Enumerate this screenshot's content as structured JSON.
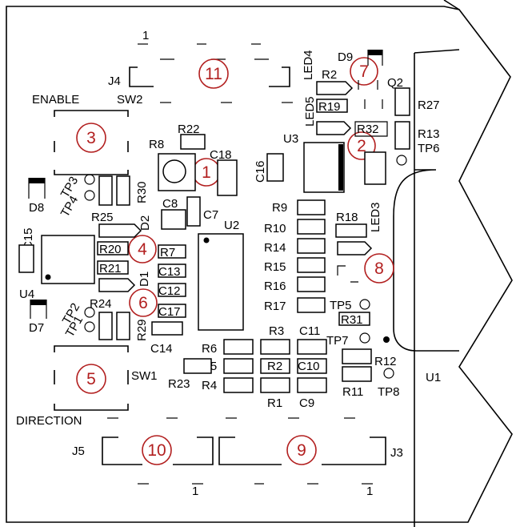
{
  "colors": {
    "silkscreen": "#000000",
    "callout": "#b21f1f",
    "background": "#ffffff"
  },
  "headers": {
    "pin1_label": "1"
  },
  "switches": {
    "sw2_title": "ENABLE",
    "sw2_ref": "SW2",
    "sw1_title": "DIRECTION",
    "sw1_ref": "SW1"
  },
  "connectors": {
    "j4": "J4",
    "j5": "J5",
    "j3": "J3",
    "u1": "U1"
  },
  "ics": {
    "u2": "U2",
    "u3": "U3",
    "u4": "U4"
  },
  "callouts": [
    "1",
    "2",
    "3",
    "4",
    "5",
    "6",
    "7",
    "8",
    "9",
    "10",
    "11"
  ],
  "refs": {
    "R2": "R2",
    "R2b": "R2",
    "R3": "R3",
    "R1": "R1",
    "R4": "R4",
    "R5": "R5",
    "R6": "R6",
    "R7": "R7",
    "R8": "R8",
    "R9": "R9",
    "R10": "R10",
    "R11": "R11",
    "R12": "R12",
    "R13": "R13",
    "R14": "R14",
    "R15": "R15",
    "R16": "R16",
    "R17": "R17",
    "R18": "R18",
    "R19": "R19",
    "R20": "R20",
    "R21": "R21",
    "R22": "R22",
    "R23": "R23",
    "R24": "R24",
    "R25": "R25",
    "R27": "R27",
    "R29": "R29",
    "R30": "R30",
    "R31": "R31",
    "R32": "R32",
    "C7": "C7",
    "C8": "C8",
    "C9": "C9",
    "C10": "C10",
    "C11": "C11",
    "C12": "C12",
    "C13": "C13",
    "C14": "C14",
    "C15": "C15",
    "C16": "C16",
    "C17": "C17",
    "C18": "C18",
    "D1": "D1",
    "D2": "D2",
    "D7": "D7",
    "D8": "D8",
    "D9": "D9",
    "LED3": "LED3",
    "LED4": "LED4",
    "LED5": "LED5",
    "Q2": "Q2",
    "TP1": "TP1",
    "TP2": "TP2",
    "TP3": "TP3",
    "TP4": "TP4",
    "TP5": "TP5",
    "TP6": "TP6",
    "TP7": "TP7",
    "TP8": "TP8"
  }
}
